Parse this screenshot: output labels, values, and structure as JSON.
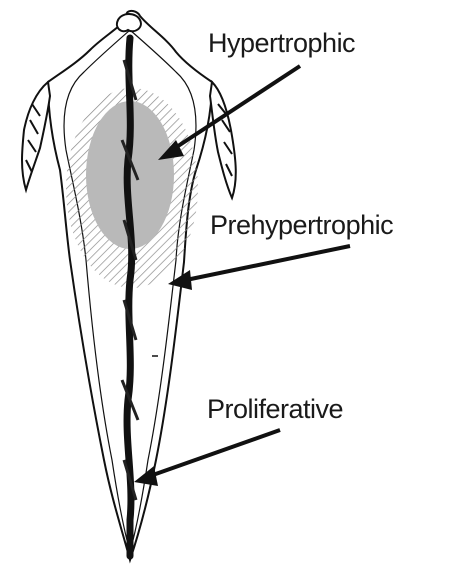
{
  "labels": {
    "hypertrophic": "Hypertrophic",
    "prehypertrophic": "Prehypertrophic",
    "proliferative": "Proliferative"
  },
  "colors": {
    "ink": "#111111",
    "hypertrophic_zone": "#b9b9b9",
    "prehypertrophic_hatch": "#8a8a8a",
    "background": "#ffffff"
  }
}
